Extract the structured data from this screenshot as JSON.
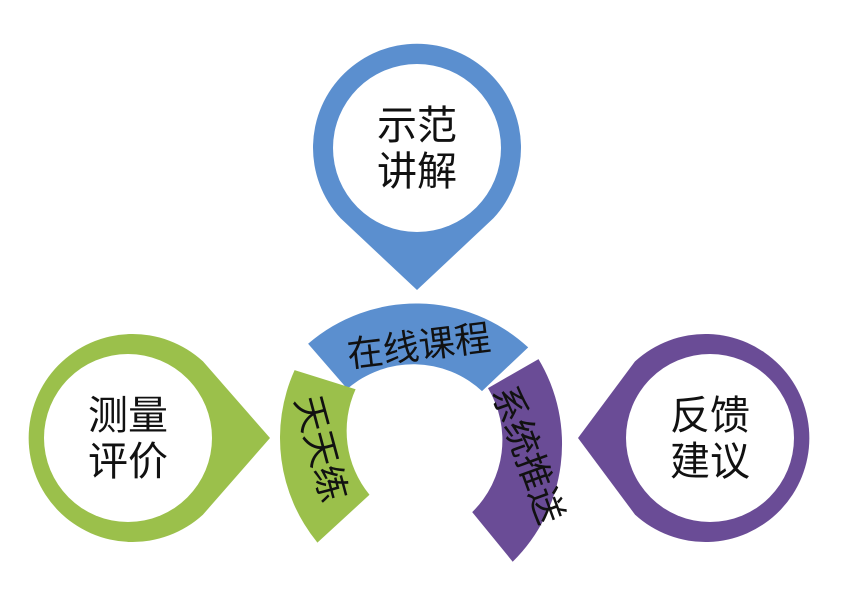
{
  "colors": {
    "blue": "#5b8fcf",
    "green": "#9bc04b",
    "purple": "#6a4c96",
    "text": "#111111",
    "background": "#ffffff"
  },
  "bubbles": [
    {
      "id": "top",
      "color_key": "blue",
      "line1": "示范",
      "line2": "讲解"
    },
    {
      "id": "left",
      "color_key": "green",
      "line1": "测量",
      "line2": "评价"
    },
    {
      "id": "right",
      "color_key": "purple",
      "line1": "反馈",
      "line2": "建议"
    }
  ],
  "arcs": [
    {
      "id": "top",
      "color_key": "blue",
      "label": "在线课程"
    },
    {
      "id": "left",
      "color_key": "green",
      "label": "天天练"
    },
    {
      "id": "right",
      "color_key": "purple",
      "label": "系统推送"
    }
  ]
}
